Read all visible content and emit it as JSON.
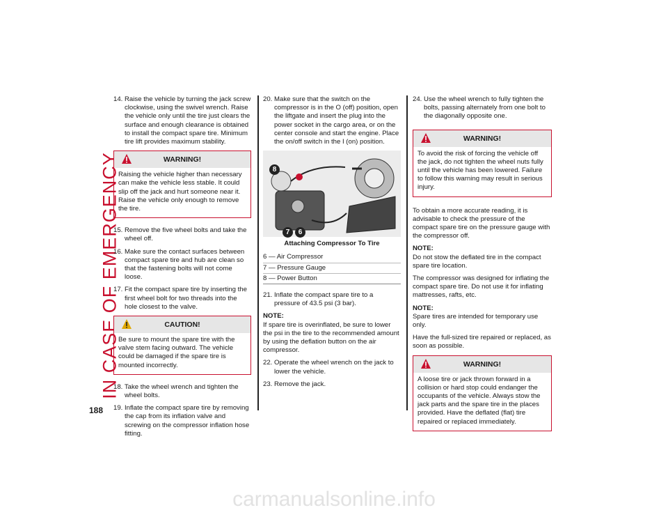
{
  "section_title": "IN CASE OF EMERGENCY",
  "page_number": "188",
  "colors": {
    "accent": "#c8102e",
    "box_header": "#e6e6e6"
  },
  "col1": {
    "step14": "14. Raise the vehicle by turning the jack screw clockwise, using the swivel wrench. Raise the vehicle only until the tire just clears the surface and enough clearance is obtained to install the compact spare tire. Minimum tire lift provides maximum stability.",
    "warning_title": "WARNING!",
    "warning_text": "Raising the vehicle higher than necessary can make the vehicle less stable. It could slip off the jack and hurt someone near it. Raise the vehicle only enough to remove the tire.",
    "step15": "15. Remove the five wheel bolts and take the wheel off.",
    "step16": "16. Make sure the contact surfaces between compact spare tire and hub are clean so that the fastening bolts will not come loose.",
    "step17": "17. Fit the compact spare tire by inserting the first wheel bolt for two threads into the hole closest to the valve.",
    "caution_title": "CAUTION!",
    "caution_text": "Be sure to mount the spare tire with the valve stem facing outward. The vehicle could be damaged if the spare tire is mounted incorrectly.",
    "step18": "18. Take the wheel wrench and tighten the wheel bolts.",
    "step19": "19. Inflate the compact spare tire by removing the cap from its inflation valve and screwing on the compressor inflation hose fitting."
  },
  "col2": {
    "step20": "20. Make sure that the switch on the compressor is in the O (off) position, open the liftgate and insert the plug into the power socket in the cargo area, or on the center console and start the engine. Place the on/off switch in the I (on) position.",
    "figure_labels": [
      "8",
      "7",
      "6"
    ],
    "figure_caption": "Attaching Compressor To Tire",
    "legend": [
      "6 — Air Compressor",
      "7 — Pressure Gauge",
      "8 — Power Button"
    ],
    "step21": "21. Inflate the compact spare tire to a pressure of 43.5 psi (3 bar).",
    "note_title": "NOTE:",
    "note_text": "If spare tire is overinflated, be sure to lower the psi in the tire to the recommended amount by using the deflation button on the air compressor.",
    "step22": "22. Operate the wheel wrench on the jack to lower the vehicle.",
    "step23": "23. Remove the jack."
  },
  "col3": {
    "step24": "24. Use the wheel wrench to fully tighten the bolts, passing alternately from one bolt to the diagonally opposite one.",
    "warning1_title": "WARNING!",
    "warning1_text": "To avoid the risk of forcing the vehicle off the jack, do not tighten the wheel nuts fully until the vehicle has been lowered. Failure to follow this warning may result in serious injury.",
    "para1": "To obtain a more accurate reading, it is advisable to check the pressure of the compact spare tire on the pressure gauge with the compressor off.",
    "note1_title": "NOTE:",
    "note1_text": "Do not stow the deflated tire in the compact spare tire location.",
    "para2": "The compressor was designed for inflating the compact spare tire. Do not use it for inflating mattresses, rafts, etc.",
    "note2_title": "NOTE:",
    "note2_text": "Spare tires are intended for temporary use only.",
    "para3": "Have the full-sized tire repaired or replaced, as soon as possible.",
    "warning2_title": "WARNING!",
    "warning2_text": "A loose tire or jack thrown forward in a collision or hard stop could endanger the occupants of the vehicle. Always stow the jack parts and the spare tire in the places provided. Have the deflated (flat) tire repaired or replaced immediately."
  },
  "watermark": "carmanualsonline.info"
}
